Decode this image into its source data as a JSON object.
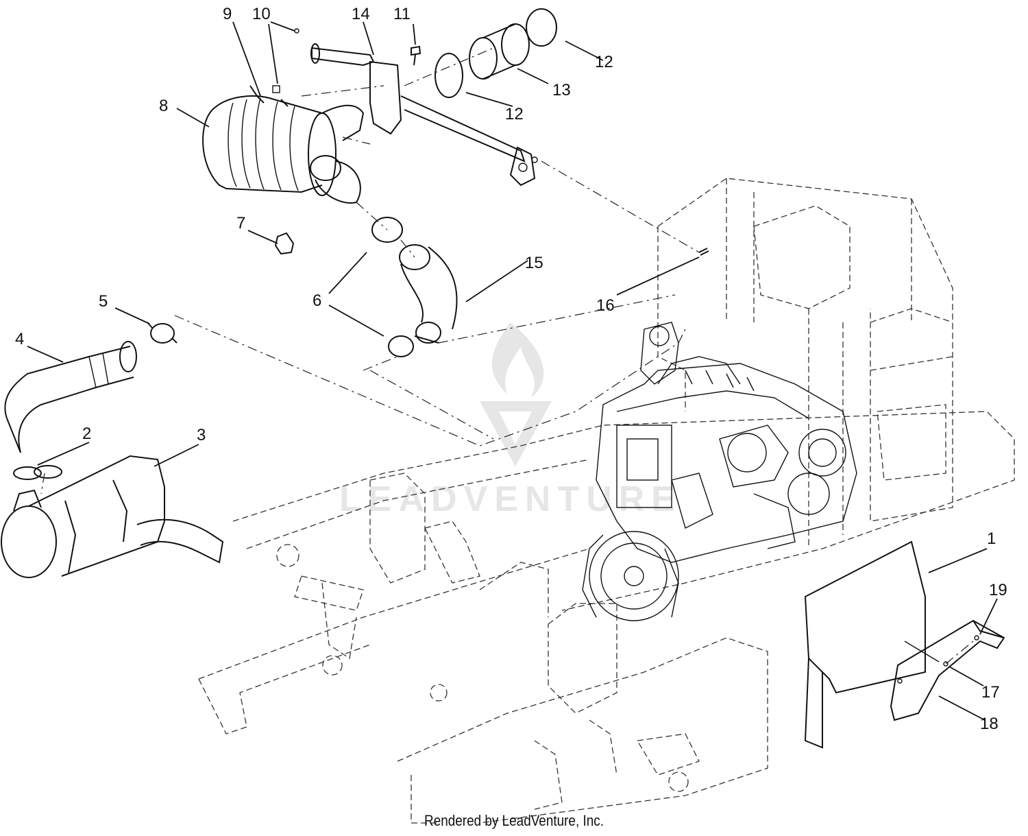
{
  "diagram": {
    "callouts": [
      {
        "id": "c1",
        "label": "1"
      },
      {
        "id": "c2",
        "label": "2"
      },
      {
        "id": "c3",
        "label": "3"
      },
      {
        "id": "c4",
        "label": "4"
      },
      {
        "id": "c5",
        "label": "5"
      },
      {
        "id": "c6",
        "label": "6"
      },
      {
        "id": "c7",
        "label": "7"
      },
      {
        "id": "c8",
        "label": "8"
      },
      {
        "id": "c9",
        "label": "9"
      },
      {
        "id": "c10",
        "label": "10"
      },
      {
        "id": "c11",
        "label": "11"
      },
      {
        "id": "c12a",
        "label": "12"
      },
      {
        "id": "c12b",
        "label": "12"
      },
      {
        "id": "c13",
        "label": "13"
      },
      {
        "id": "c14",
        "label": "14"
      },
      {
        "id": "c15",
        "label": "15"
      },
      {
        "id": "c16",
        "label": "16"
      },
      {
        "id": "c17",
        "label": "17"
      },
      {
        "id": "c18",
        "label": "18"
      },
      {
        "id": "c19",
        "label": "19"
      }
    ],
    "watermark": "LEADVENTURE",
    "footer": "Rendered by LeadVenture, Inc."
  }
}
